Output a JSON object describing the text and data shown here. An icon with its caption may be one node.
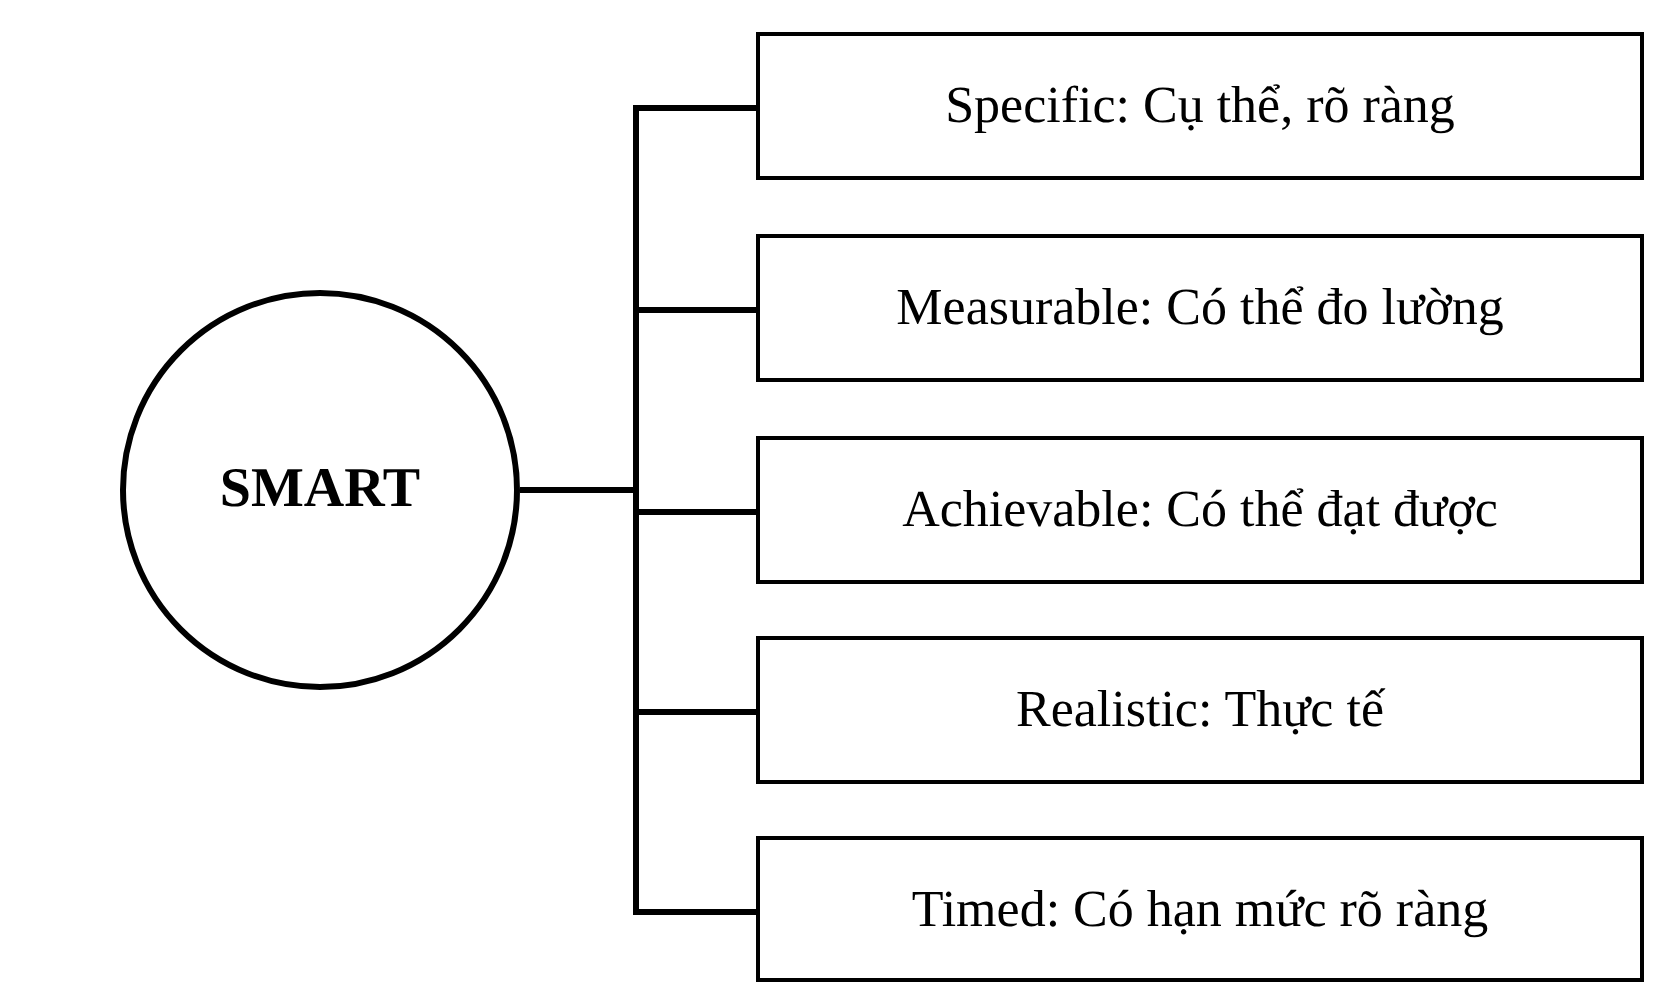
{
  "diagram": {
    "nodes": [
      {
        "text": [
          "SMART"
        ]
      },
      {
        "text": [
          "Specific: Cụ thể, rõ ràng"
        ]
      },
      {
        "text": [
          "Measurable: Có thể đo lường"
        ]
      },
      {
        "text": [
          "Achievable: Có thể đạt được"
        ]
      },
      {
        "text": [
          "Realistic: Thực tế"
        ]
      },
      {
        "text": [
          "Timed: Có hạn mức rõ ràng"
        ]
      }
    ],
    "edges": [
      {
        "from": 0,
        "to": 1,
        "arrow": "none"
      },
      {
        "from": 0,
        "to": 2,
        "arrow": "none"
      },
      {
        "from": 0,
        "to": 3,
        "arrow": "none"
      },
      {
        "from": 0,
        "to": 4,
        "arrow": "none"
      },
      {
        "from": 0,
        "to": 5,
        "arrow": "none"
      }
    ]
  }
}
